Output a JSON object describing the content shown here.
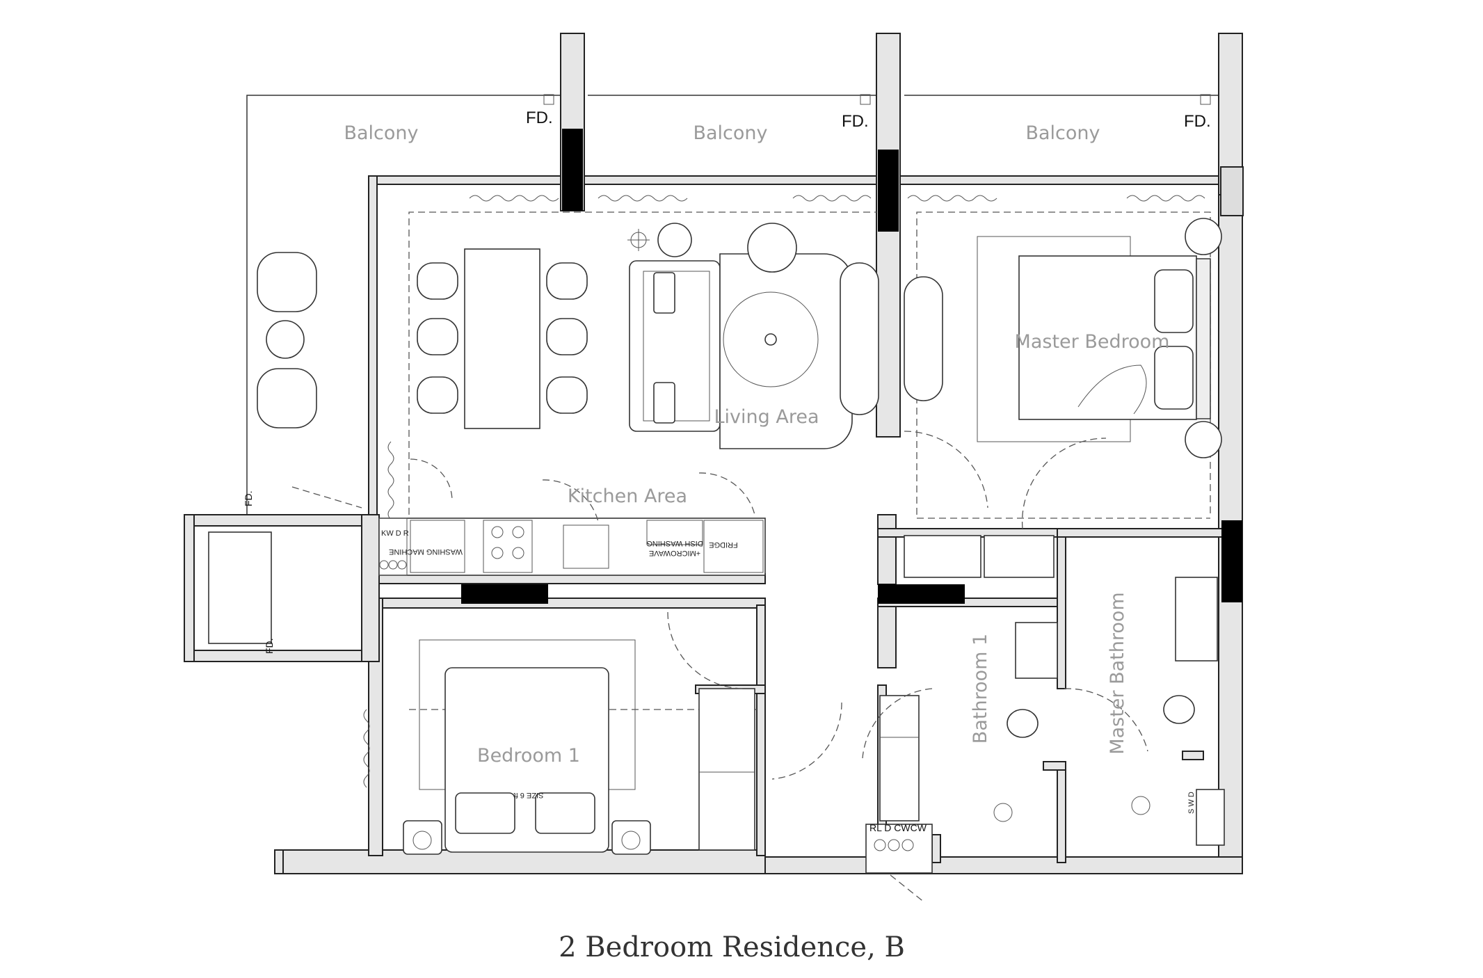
{
  "title": "2 Bedroom Residence, B",
  "rooms": {
    "balcony_left": "Balcony",
    "balcony_middle": "Balcony",
    "balcony_right": "Balcony",
    "living_area": "Living Area",
    "kitchen_area": "Kitchen Area",
    "master_bedroom": "Master Bedroom",
    "bedroom_1": "Bedroom 1",
    "bathroom_1": "Bathroom 1",
    "master_bathroom": "Master Bathroom"
  },
  "floor_drains": {
    "fd_1": "FD.",
    "fd_2": "FD.",
    "fd_3": "FD.",
    "fd_4": "FD.",
    "fd_5": "FD."
  },
  "appliances": {
    "washing_machine": "WASHING MACHINE",
    "dish_washing": "DISH WASHING",
    "microwave": "+MICROWAVE",
    "fridge": "FRIDGE",
    "kitchen_codes": "KW D R",
    "utility_codes": "RL D CWCW",
    "bath_codes": "S W D",
    "bed_size": "SIZE 6 ft"
  },
  "colors": {
    "wall_fill": "#e6e6e6",
    "line": "#333333",
    "column": "#000000",
    "label": "#9a9a9a"
  }
}
